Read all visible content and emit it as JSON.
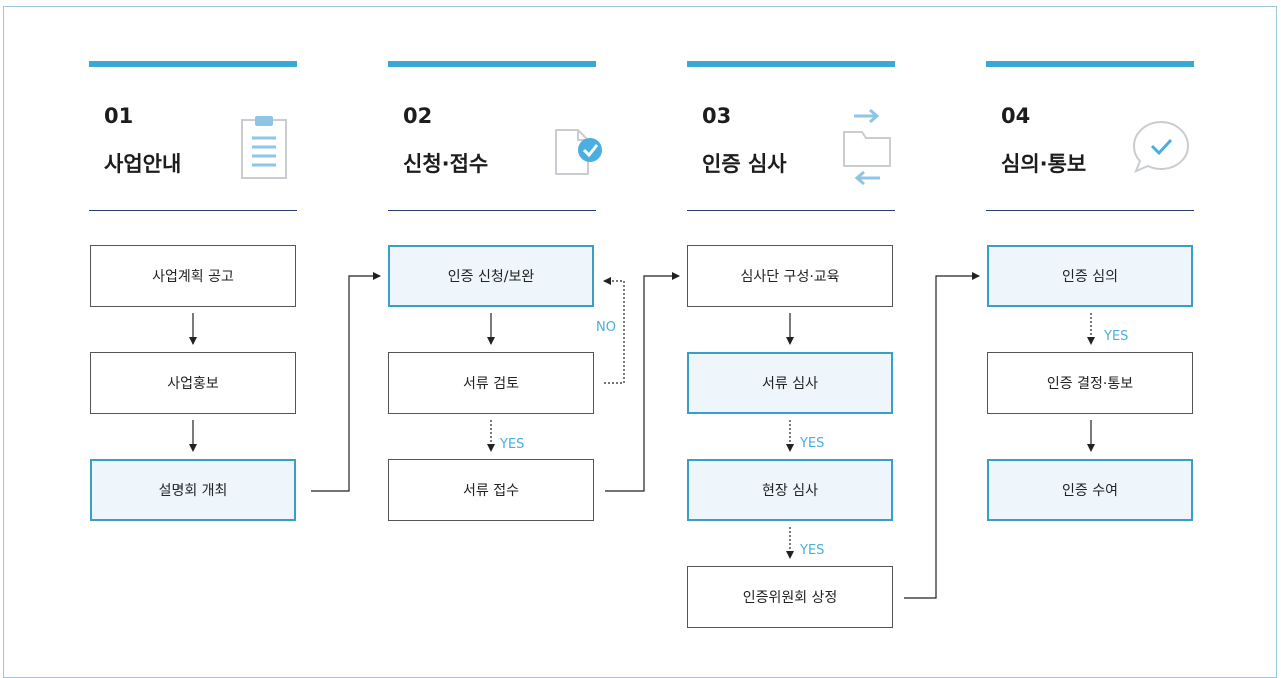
{
  "steps": [
    {
      "num": "01",
      "title": "사업안내",
      "icon": "clipboard-icon",
      "boxes": [
        "사업계획 공고",
        "사업홍보",
        "설명회 개최"
      ]
    },
    {
      "num": "02",
      "title": "신청·접수",
      "icon": "document-check-icon",
      "boxes": [
        "인증 신청/보완",
        "서류 검토",
        "서류 접수"
      ]
    },
    {
      "num": "03",
      "title": "인증 심사",
      "icon": "folder-exchange-icon",
      "boxes": [
        "심사단 구성·교육",
        "서류 심사",
        "현장 심사",
        "인증위원회 상정"
      ]
    },
    {
      "num": "04",
      "title": "심의·통보",
      "icon": "chat-check-icon",
      "boxes": [
        "인증 심의",
        "인증 결정·통보",
        "인증 수여"
      ]
    }
  ],
  "labels": {
    "yes": "YES",
    "no": "NO"
  },
  "colors": {
    "accent": "#3aa8d2",
    "highlight_bg": "#eef6fb",
    "rule": "#2a3e74",
    "label": "#4aaee0"
  }
}
